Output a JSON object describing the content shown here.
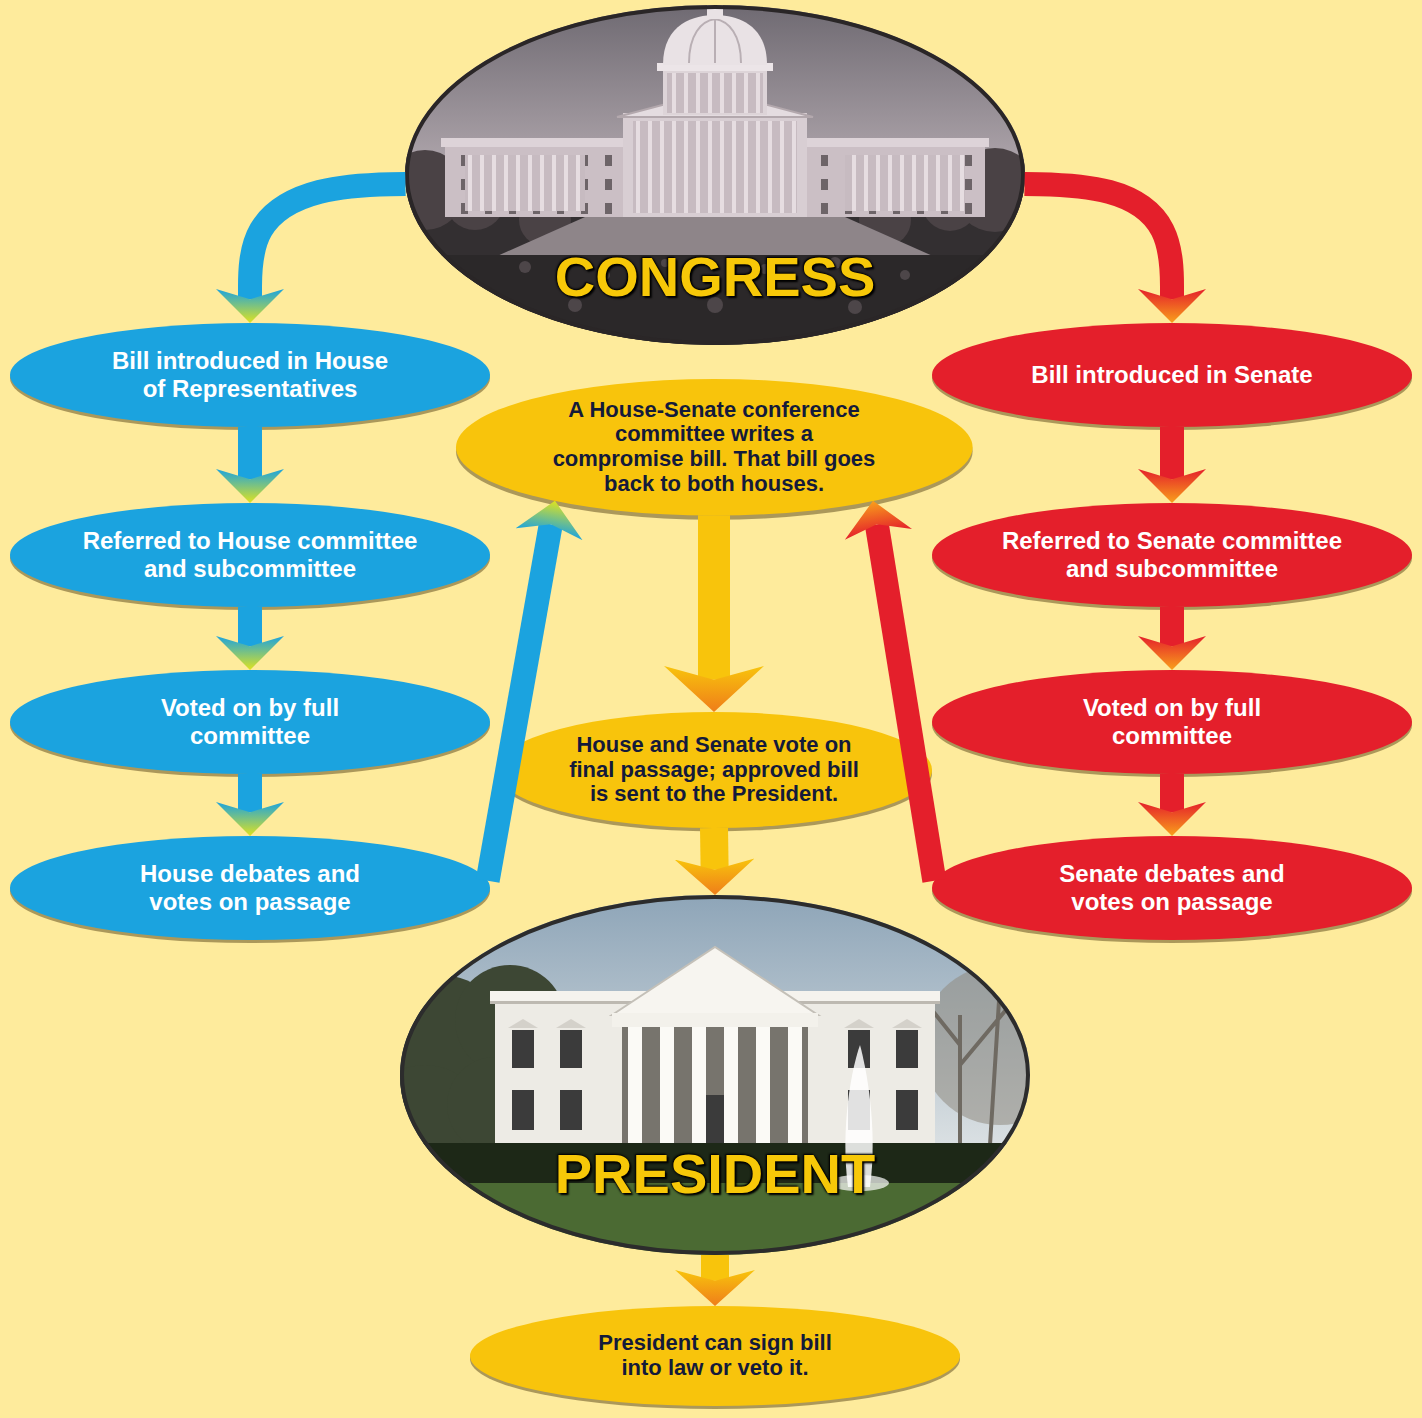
{
  "diagram": {
    "nodes": [
      {
        "text": [
          "CONGRESS"
        ]
      },
      {
        "text": [
          "Bill introduced in House of Representatives"
        ]
      },
      {
        "text": [
          "Referred to House committee and subcommittee"
        ]
      },
      {
        "text": [
          "Voted on by full committee"
        ]
      },
      {
        "text": [
          "House debates and votes on passage"
        ]
      },
      {
        "text": [
          "Bill introduced in Senate"
        ]
      },
      {
        "text": [
          "Referred to Senate committee and subcommittee"
        ]
      },
      {
        "text": [
          "Voted on by full committee"
        ]
      },
      {
        "text": [
          "Senate debates and votes on passage"
        ]
      },
      {
        "text": [
          "A House-Senate conference committee writes a compromise bill. That bill goes back to both houses."
        ]
      },
      {
        "text": [
          "House and Senate vote on final passage; approved bill is sent to the President."
        ]
      },
      {
        "text": [
          "PRESIDENT"
        ]
      },
      {
        "text": [
          "President can sign bill into law or veto it."
        ]
      }
    ],
    "edges": [
      {
        "from": 0,
        "to": 1,
        "arrow": "to"
      },
      {
        "from": 1,
        "to": 2,
        "arrow": "to"
      },
      {
        "from": 2,
        "to": 3,
        "arrow": "to"
      },
      {
        "from": 3,
        "to": 4,
        "arrow": "to"
      },
      {
        "from": 4,
        "to": 9,
        "arrow": "to"
      },
      {
        "from": 0,
        "to": 5,
        "arrow": "to"
      },
      {
        "from": 5,
        "to": 6,
        "arrow": "to"
      },
      {
        "from": 6,
        "to": 7,
        "arrow": "to"
      },
      {
        "from": 7,
        "to": 8,
        "arrow": "to"
      },
      {
        "from": 8,
        "to": 9,
        "arrow": "to"
      },
      {
        "from": 9,
        "to": 10,
        "arrow": "to"
      },
      {
        "from": 10,
        "to": 11,
        "arrow": "to"
      },
      {
        "from": 11,
        "to": 12,
        "arrow": "to"
      }
    ]
  }
}
